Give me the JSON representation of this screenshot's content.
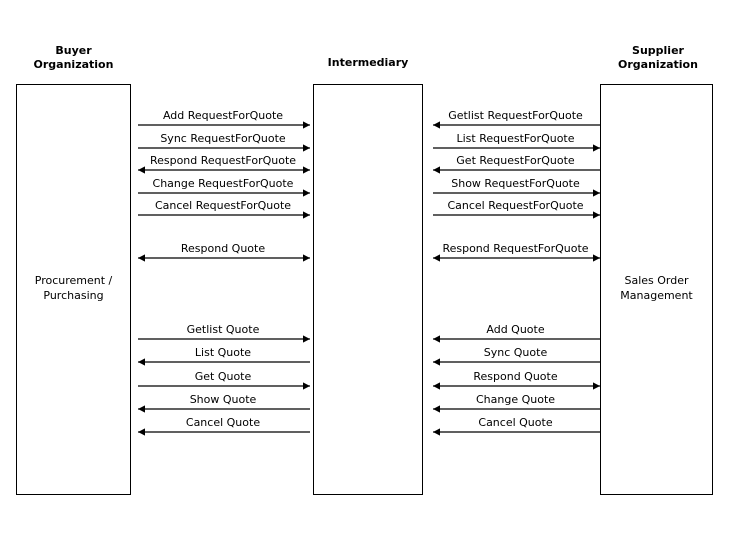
{
  "diagram": {
    "type": "interaction-diagram",
    "columns": [
      {
        "id": "buyer",
        "title": "Buyer\nOrganization",
        "body": "Procurement /\nPurchasing"
      },
      {
        "id": "intermediary",
        "title": "Intermediary",
        "body": ""
      },
      {
        "id": "supplier",
        "title": "Supplier\nOrganization",
        "body": "Sales Order\nManagement"
      }
    ],
    "left_channel": {
      "from": "buyer",
      "to": "intermediary",
      "groups": [
        {
          "id": "left-rfq",
          "messages": [
            {
              "label": "Add RequestForQuote",
              "direction": "right"
            },
            {
              "label": "Sync RequestForQuote",
              "direction": "right"
            },
            {
              "label": "Respond RequestForQuote",
              "direction": "both"
            },
            {
              "label": "Change RequestForQuote",
              "direction": "right"
            },
            {
              "label": "Cancel RequestForQuote",
              "direction": "right"
            }
          ]
        },
        {
          "id": "left-respond-quote",
          "messages": [
            {
              "label": "Respond Quote",
              "direction": "both"
            }
          ]
        },
        {
          "id": "left-quote",
          "messages": [
            {
              "label": "Getlist Quote",
              "direction": "right"
            },
            {
              "label": "List Quote",
              "direction": "left"
            },
            {
              "label": "Get Quote",
              "direction": "right"
            },
            {
              "label": "Show Quote",
              "direction": "left"
            },
            {
              "label": "Cancel Quote",
              "direction": "left"
            }
          ]
        }
      ]
    },
    "right_channel": {
      "from": "intermediary",
      "to": "supplier",
      "groups": [
        {
          "id": "right-rfq",
          "messages": [
            {
              "label": "Getlist RequestForQuote",
              "direction": "left"
            },
            {
              "label": "List RequestForQuote",
              "direction": "right"
            },
            {
              "label": "Get RequestForQuote",
              "direction": "left"
            },
            {
              "label": "Show RequestForQuote",
              "direction": "right"
            },
            {
              "label": "Cancel RequestForQuote",
              "direction": "right"
            }
          ]
        },
        {
          "id": "right-respond-rfq",
          "messages": [
            {
              "label": "Respond RequestForQuote",
              "direction": "both"
            }
          ]
        },
        {
          "id": "right-quote",
          "messages": [
            {
              "label": "Add Quote",
              "direction": "left"
            },
            {
              "label": "Sync Quote",
              "direction": "left"
            },
            {
              "label": "Respond Quote",
              "direction": "both"
            },
            {
              "label": "Change Quote",
              "direction": "left"
            },
            {
              "label": "Cancel Quote",
              "direction": "left"
            }
          ]
        }
      ]
    },
    "colors": {
      "stroke": "#000000",
      "background": "#ffffff",
      "text": "#000000"
    }
  }
}
